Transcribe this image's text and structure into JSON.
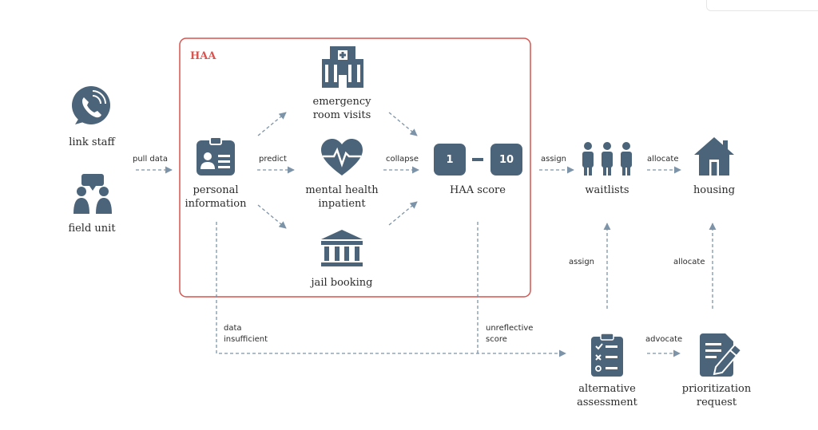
{
  "frame": {
    "title": "HAA",
    "accent": "#d9534f"
  },
  "colors": {
    "icon": "#4b6479",
    "arrow": "#7d94a8"
  },
  "nodes": {
    "link_staff": "link staff",
    "field_unit": "field unit",
    "personal_info_1": "personal",
    "personal_info_2": "information",
    "er_1": "emergency",
    "er_2": "room visits",
    "mh_1": "mental health",
    "mh_2": "inpatient",
    "jail": "jail booking",
    "score": "HAA score",
    "score_min": "1",
    "score_max": "10",
    "waitlists": "waitlists",
    "housing": "housing",
    "alt_1": "alternative",
    "alt_2": "assessment",
    "prio_1": "prioritization",
    "prio_2": "request"
  },
  "edges": {
    "pull_data": "pull data",
    "predict": "predict",
    "collapse": "collapse",
    "assign_top": "assign",
    "allocate_top": "allocate",
    "assign_up": "assign",
    "allocate_up": "allocate",
    "data_insufficient_1": "data",
    "data_insufficient_2": "insufficient",
    "unreflective_1": "unreflective",
    "unreflective_2": "score",
    "advocate": "advocate"
  },
  "icons": [
    "phone-icon",
    "meeting-icon",
    "id-badge-icon",
    "hospital-icon",
    "heart-pulse-icon",
    "courthouse-icon",
    "people-icon",
    "house-icon",
    "checklist-icon",
    "edit-document-icon"
  ]
}
